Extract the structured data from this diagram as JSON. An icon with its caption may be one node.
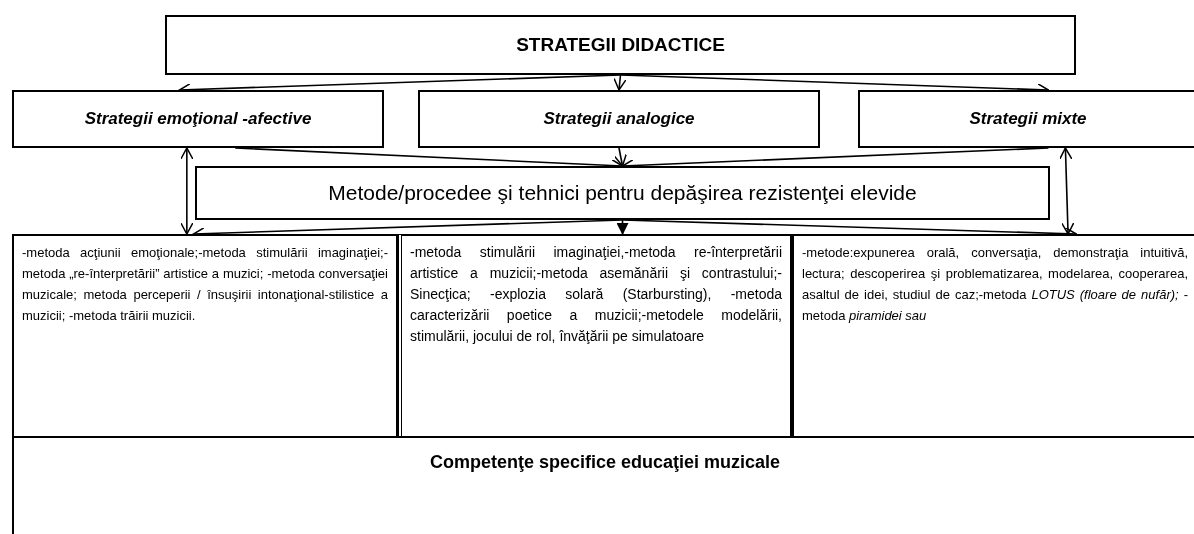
{
  "diagram": {
    "nodes": [
      {
        "text": [
          "STRATEGII DIDACTICE"
        ]
      },
      {
        "text": [
          "Strategii emoţional -afective"
        ]
      },
      {
        "text": [
          "Strategii analogice"
        ]
      },
      {
        "text": [
          "Strategii mixte"
        ]
      },
      {
        "text": [
          "Metode/procedee şi tehnici pentru depăşirea rezistenţei elevide"
        ]
      },
      {
        "text": [
          "-metoda acţiunii emoţionale;-metoda stimulării imaginaţiei;-metoda „re-înterpretării” artistice a muzici; -metoda conversaţiei muzicale; metoda perceperii / însuşirii intonaţional-stilistice a muzicii; -metoda trăirii muzicii."
        ]
      },
      {
        "text": [
          "-metoda stimulării imaginaţiei,-metoda re-înterpretării artistice a muzicii;-metoda asemănării şi contrastului;-Sinecţica; -explozia solară (Starbursting), -metoda caracterizării poetice a muzicii;-metodele modelării, stimulării, jocului de rol, învăţării pe simulatoare"
        ]
      },
      {
        "text": [
          "-metode:expunerea orală, conversaţia, demonstraţia intuitivă, lectura; descoperirea şi problematizarea, modelarea, cooperarea, asaltul de idei, studiul de caz;-metoda *LOTUS (floare de nufăr);* -metoda *piramidei sau*"
        ]
      },
      {
        "text": [
          "Competenţe specifice educaţiei muzicale"
        ]
      }
    ],
    "edges": [
      {
        "from": 0,
        "to": 1,
        "arrow": "to"
      },
      {
        "from": 0,
        "to": 2,
        "arrow": "to"
      },
      {
        "from": 0,
        "to": 3,
        "arrow": "to"
      },
      {
        "from": 1,
        "to": 4,
        "arrow": "to"
      },
      {
        "from": 2,
        "to": 4,
        "arrow": "to"
      },
      {
        "from": 3,
        "to": 4,
        "arrow": "to"
      },
      {
        "from": 1,
        "to": 5,
        "arrow": "both"
      },
      {
        "from": 3,
        "to": 7,
        "arrow": "both"
      },
      {
        "from": 4,
        "to": 5,
        "arrow": "to"
      },
      {
        "from": 4,
        "to": 6,
        "arrow": "to"
      },
      {
        "from": 4,
        "to": 7,
        "arrow": "to"
      }
    ]
  }
}
